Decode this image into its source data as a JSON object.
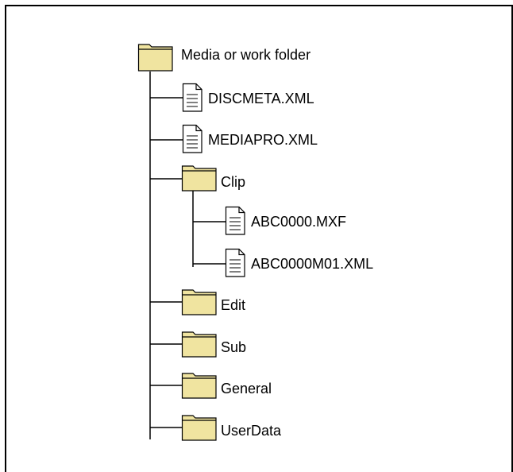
{
  "tree": {
    "root": {
      "label": "Media or work folder",
      "icon": "folder-icon"
    },
    "children": [
      {
        "label": "DISCMETA.XML",
        "icon": "file-icon"
      },
      {
        "label": "MEDIAPRO.XML",
        "icon": "file-icon"
      },
      {
        "label": "Clip",
        "icon": "folder-icon",
        "children": [
          {
            "label": "ABC0000.MXF",
            "icon": "file-icon"
          },
          {
            "label": "ABC0000M01.XML",
            "icon": "file-icon"
          }
        ]
      },
      {
        "label": "Edit",
        "icon": "folder-icon"
      },
      {
        "label": "Sub",
        "icon": "folder-icon"
      },
      {
        "label": "General",
        "icon": "folder-icon"
      },
      {
        "label": "UserData",
        "icon": "folder-icon"
      }
    ]
  },
  "colors": {
    "folder_fill": "#f0e4a0",
    "line": "#000000",
    "file_fill": "#ffffff"
  }
}
